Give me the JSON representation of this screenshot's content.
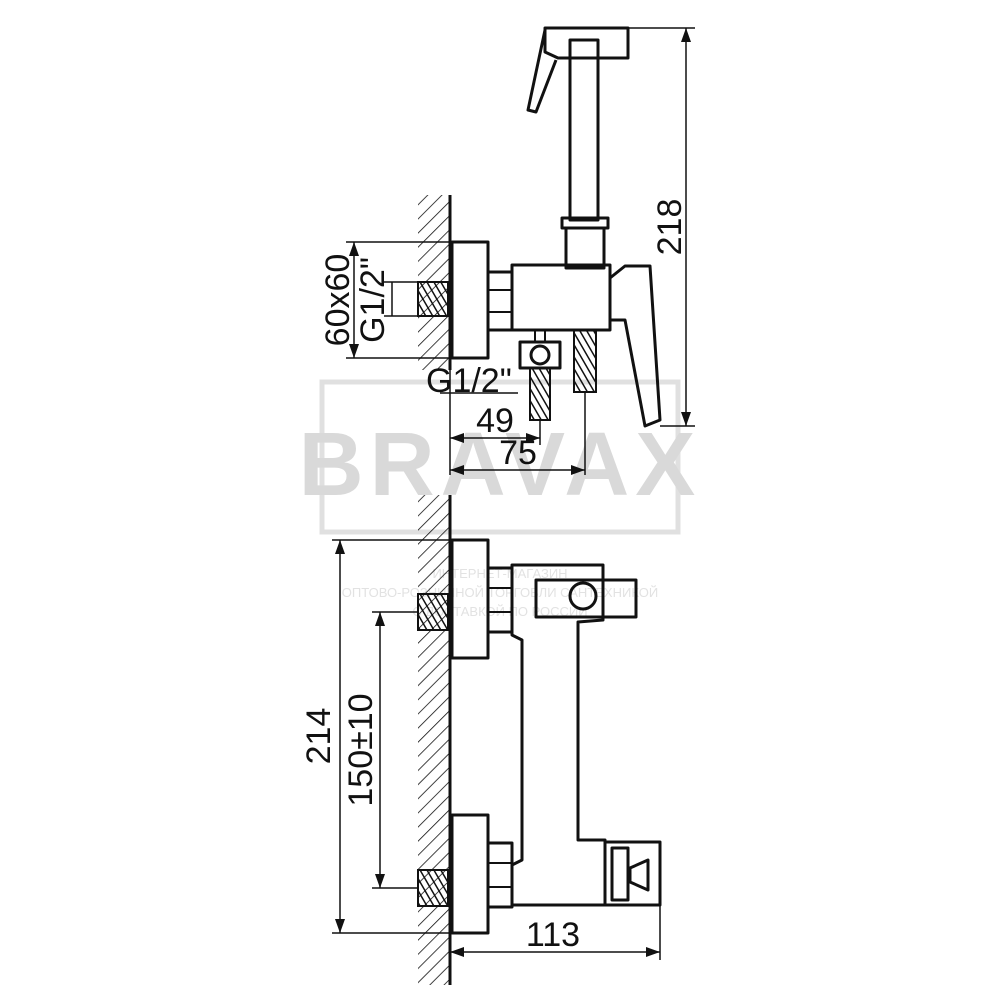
{
  "watermark": {
    "brand": "BRAVAX",
    "line1": "ИНТЕРНЕТ-МАГАЗИН",
    "line2": "ОПТОВО-РОЗНИЧНОЙ ТОРГОВЛИ САНТЕХНИКОЙ",
    "line3": "С ДОСТАВКОЙ ПО РОССИИ"
  },
  "side_view": {
    "dim_height": "218",
    "dim_flange": "60x60",
    "dim_thread_left": "G1/2\"",
    "dim_thread_bottom": "G1/2\"",
    "dim_depth_inner": "49",
    "dim_depth_outer": "75"
  },
  "front_view": {
    "dim_total_height": "214",
    "dim_center_distance": "150±10",
    "dim_depth": "113"
  }
}
